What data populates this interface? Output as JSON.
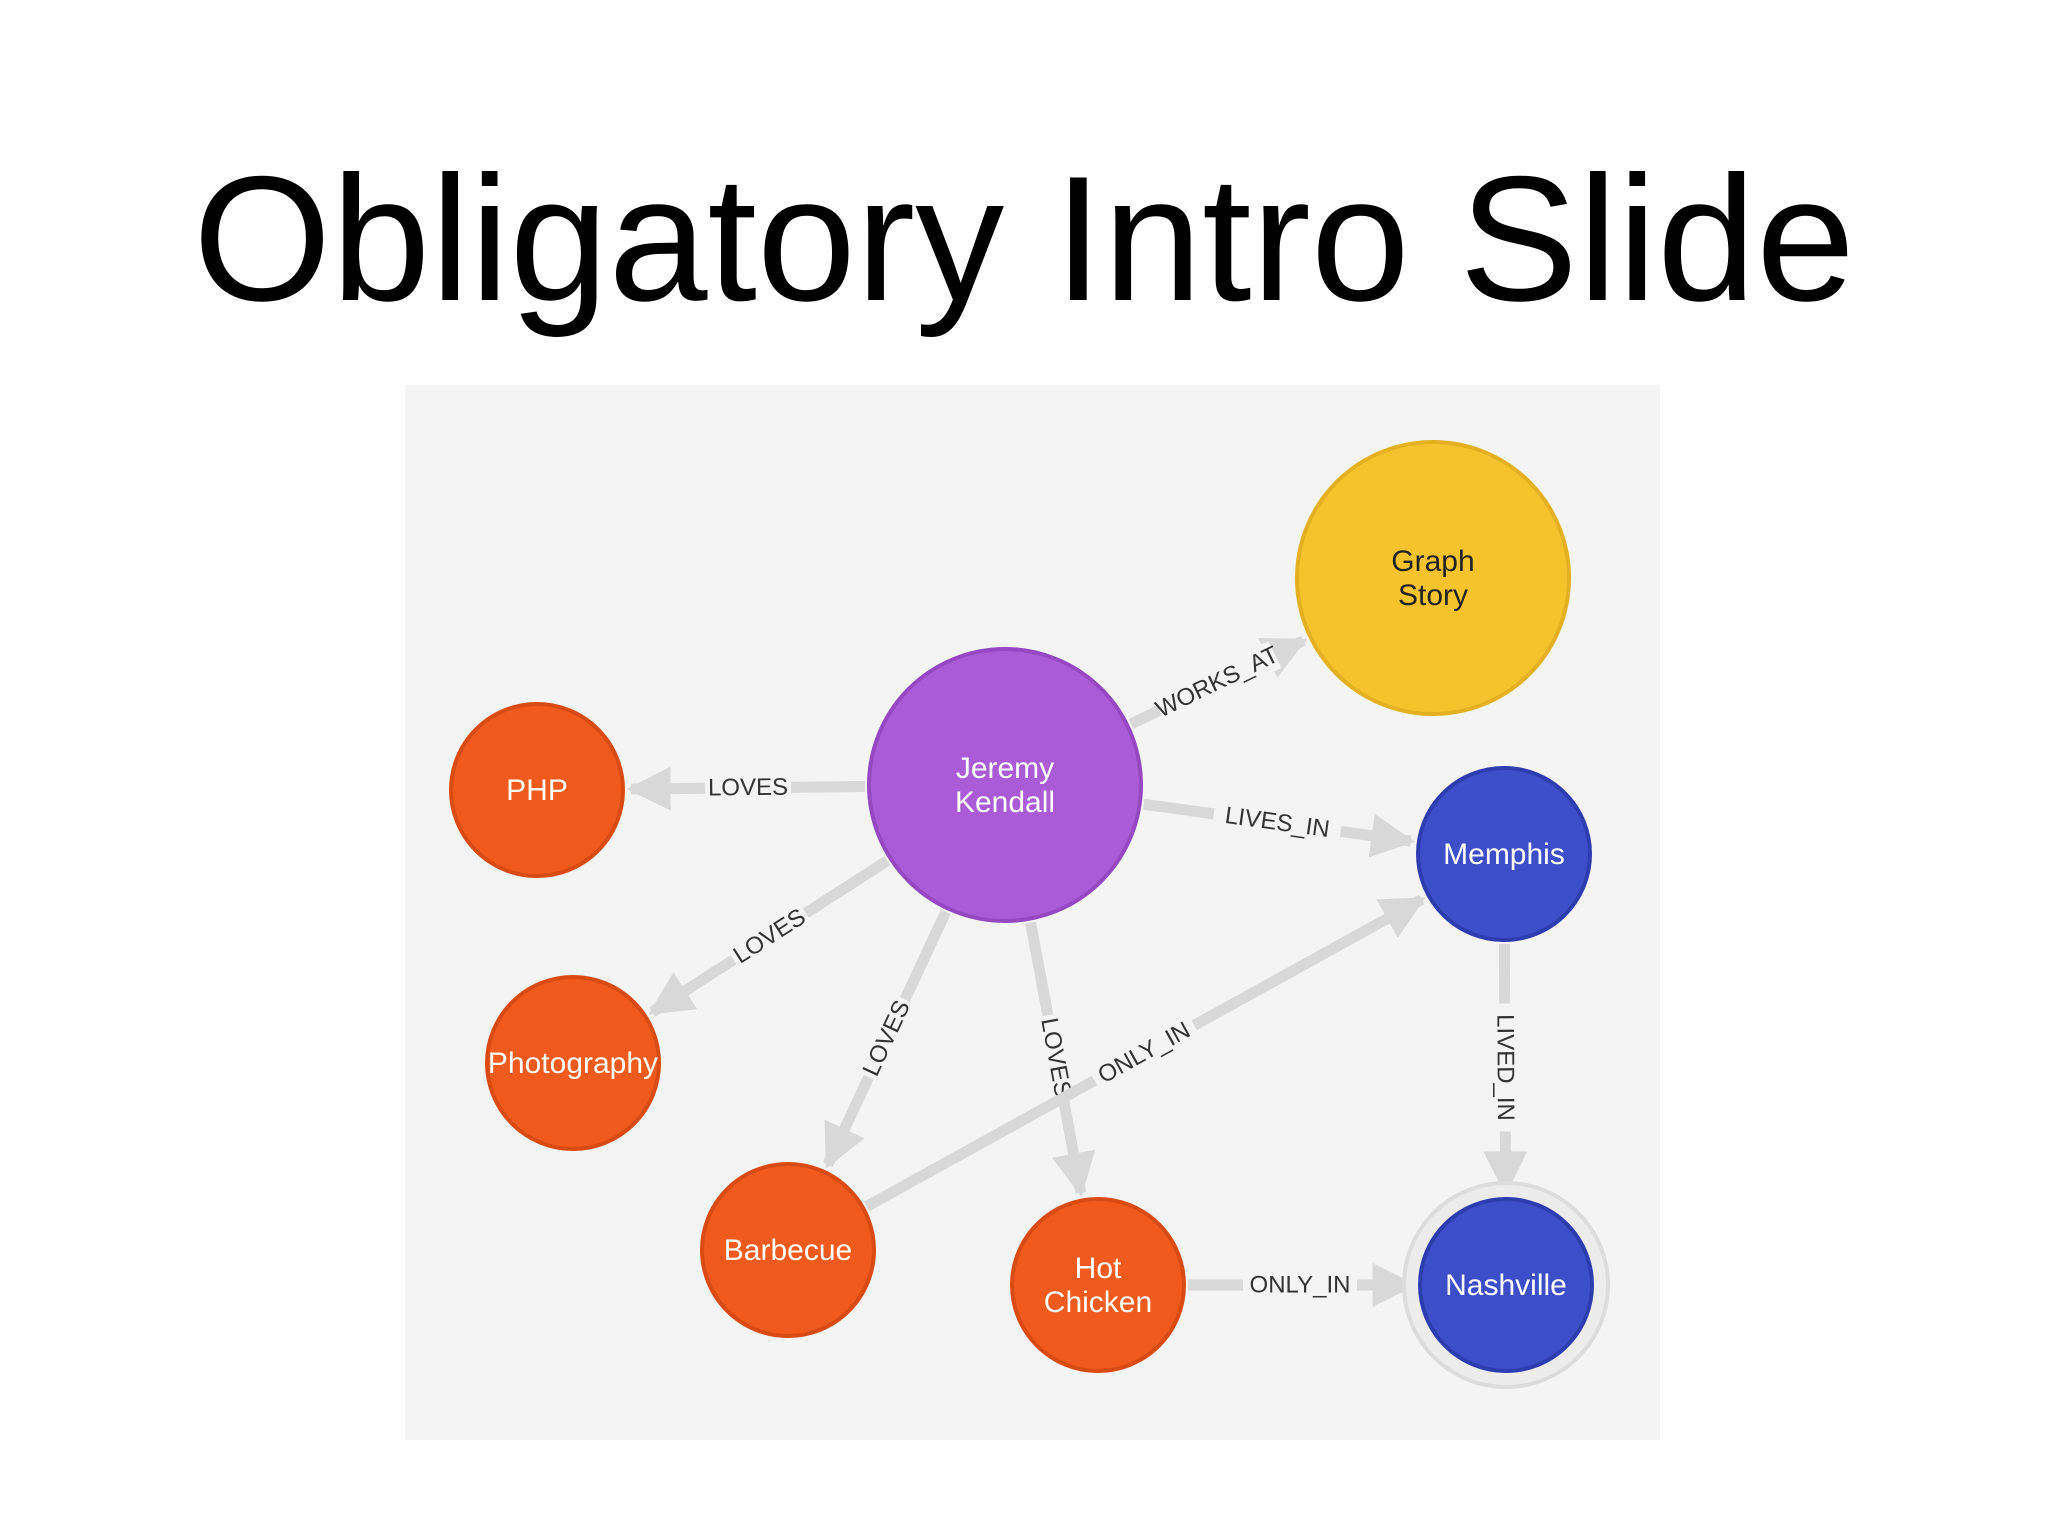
{
  "slide": {
    "title": "Obligatory Intro Slide"
  },
  "colors": {
    "person": "#a95cd6",
    "company": "#f6c32d",
    "city": "#3c4fc8",
    "interest": "#f05a1c",
    "edge": "#d8d8d8",
    "panel": "#f4f4f4"
  },
  "graph": {
    "nodes": [
      {
        "id": "jeremy",
        "lines": [
          "Jeremy",
          "Kendall"
        ],
        "kind": "person"
      },
      {
        "id": "graphstory",
        "lines": [
          "Graph",
          "Story"
        ],
        "kind": "company"
      },
      {
        "id": "php",
        "lines": [
          "PHP"
        ],
        "kind": "interest"
      },
      {
        "id": "photography",
        "lines": [
          "Photography"
        ],
        "kind": "interest"
      },
      {
        "id": "memphis",
        "lines": [
          "Memphis"
        ],
        "kind": "city"
      },
      {
        "id": "barbecue",
        "lines": [
          "Barbecue"
        ],
        "kind": "interest"
      },
      {
        "id": "hotchicken",
        "lines": [
          "Hot",
          "Chicken"
        ],
        "kind": "interest"
      },
      {
        "id": "nashville",
        "lines": [
          "Nashville"
        ],
        "kind": "city",
        "selected": true
      }
    ],
    "edges": [
      {
        "from": "jeremy",
        "to": "graphstory",
        "label": "WORKS_AT"
      },
      {
        "from": "jeremy",
        "to": "php",
        "label": "LOVES"
      },
      {
        "from": "jeremy",
        "to": "memphis",
        "label": "LIVES_IN"
      },
      {
        "from": "jeremy",
        "to": "photography",
        "label": "LOVES"
      },
      {
        "from": "jeremy",
        "to": "barbecue",
        "label": "LOVES"
      },
      {
        "from": "jeremy",
        "to": "hotchicken",
        "label": "LOVES"
      },
      {
        "from": "barbecue",
        "to": "memphis",
        "label": "ONLY_IN"
      },
      {
        "from": "memphis",
        "to": "nashville",
        "label": "LIVED_IN"
      },
      {
        "from": "hotchicken",
        "to": "nashville",
        "label": "ONLY_IN"
      }
    ]
  }
}
